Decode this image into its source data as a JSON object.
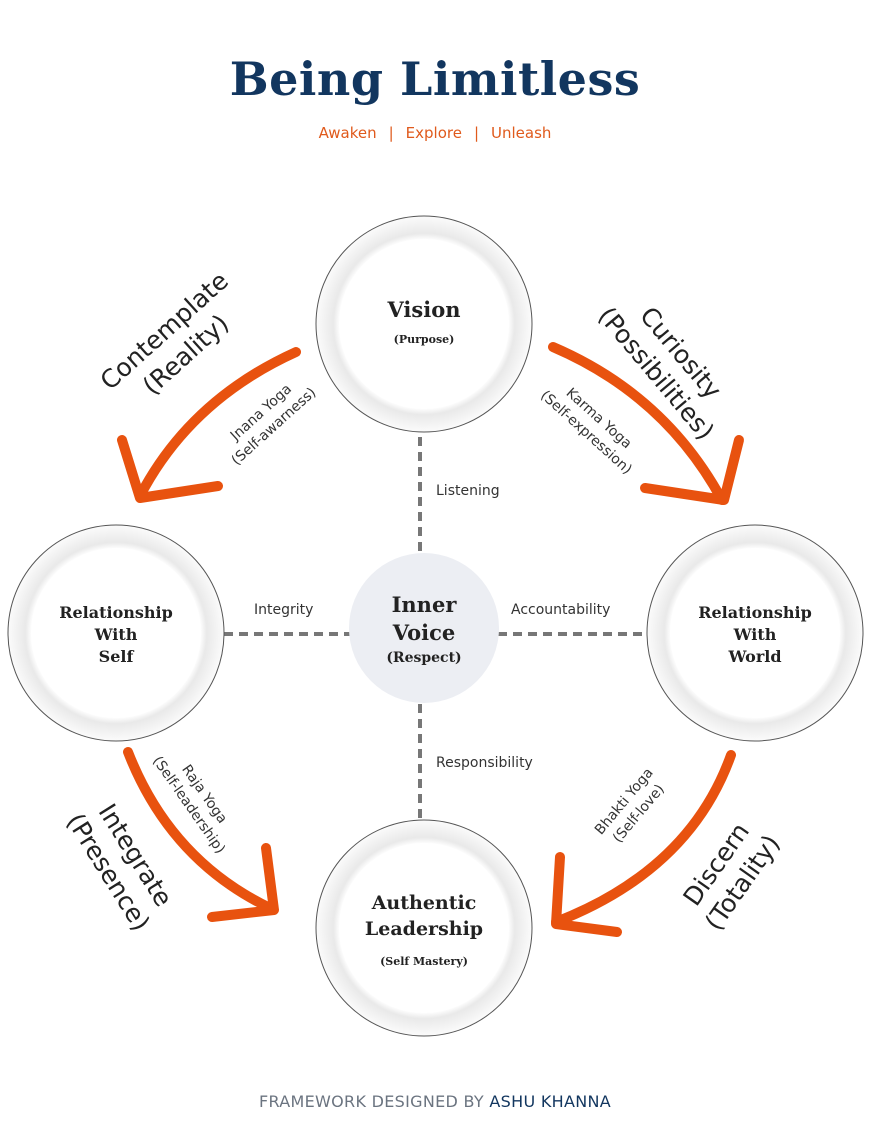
{
  "header": {
    "title": "Being Limitless",
    "tagline": [
      "Awaken",
      "Explore",
      "Unleash"
    ],
    "separator": "|"
  },
  "colors": {
    "title": "#12365f",
    "accent": "#e8520f",
    "center_fill": "#eceef3",
    "dash": "#777777"
  },
  "nodes": {
    "top": {
      "title": "Vision",
      "subtitle": "(Purpose)"
    },
    "left": {
      "lines": [
        "Relationship",
        "With",
        "Self"
      ]
    },
    "right": {
      "lines": [
        "Relationship",
        "With",
        "World"
      ]
    },
    "bottom": {
      "lines": [
        "Authentic",
        "Leadership"
      ],
      "subtitle": "(Self Mastery)"
    },
    "center": {
      "lines": [
        "Inner",
        "Voice"
      ],
      "subtitle": "(Respect)"
    }
  },
  "edges": {
    "top": "Listening",
    "left": "Integrity",
    "right": "Accountability",
    "bottom": "Responsibility"
  },
  "arrows": {
    "top_left": {
      "verb": "Contemplate",
      "noun": "(Reality)",
      "yoga": "Jnana Yoga",
      "quality": "(Self-awarness)"
    },
    "top_right": {
      "verb": "Curiosity",
      "noun": "(Possibilities)",
      "yoga": "Karma Yoga",
      "quality": "(Self-expression)"
    },
    "bottom_left": {
      "verb": "Integrate",
      "noun": "(Presence)",
      "yoga": "Raja Yoga",
      "quality": "(Self-leadership)"
    },
    "bottom_right": {
      "verb": "Discern",
      "noun": "(Totality)",
      "yoga": "Bhakti Yoga",
      "quality": "(Self-love)"
    }
  },
  "footer": {
    "prefix": "FRAMEWORK DESIGNED BY",
    "author": "ASHU KHANNA"
  }
}
